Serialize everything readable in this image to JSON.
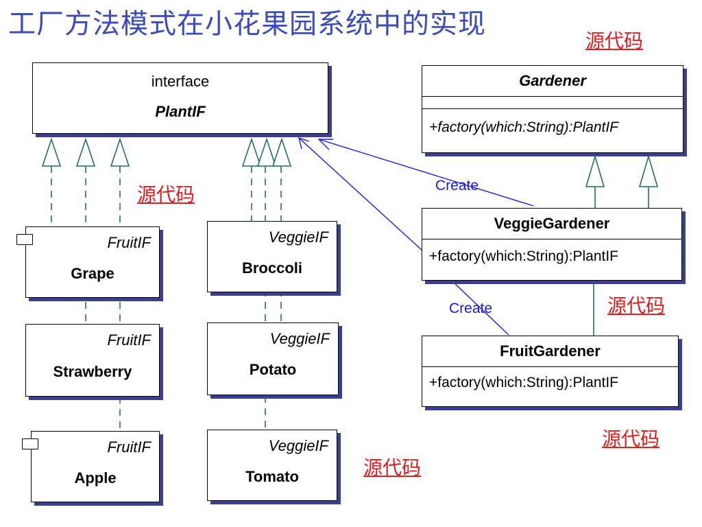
{
  "page": {
    "title": "工厂方法模式在小花果园系统中的实现",
    "source_link_label": "源代码"
  },
  "diagram": {
    "interface": {
      "stereotype": "interface",
      "name": "PlantIF"
    },
    "gardener": {
      "name": "Gardener",
      "operation": "+factory(which:String):PlantIF"
    },
    "veggie_gardener": {
      "name": "VeggieGardener",
      "operation": "+factory(which:String):PlantIF"
    },
    "fruit_gardener": {
      "name": "FruitGardener",
      "operation": "+factory(which:String):PlantIF"
    },
    "fruits": [
      {
        "stereotype": "FruitIF",
        "name": "Grape"
      },
      {
        "stereotype": "FruitIF",
        "name": "Strawberry"
      },
      {
        "stereotype": "FruitIF",
        "name": "Apple"
      }
    ],
    "veggies": [
      {
        "stereotype": "VeggieIF",
        "name": "Broccoli"
      },
      {
        "stereotype": "VeggieIF",
        "name": "Potato"
      },
      {
        "stereotype": "VeggieIF",
        "name": "Tomato"
      }
    ],
    "create_label": "Create",
    "colors": {
      "title": "#3b4cb8",
      "link": "#e0201e",
      "create": "#1a1adc",
      "realization": "#1f6f66",
      "shadow": "#3a3f8f"
    }
  }
}
